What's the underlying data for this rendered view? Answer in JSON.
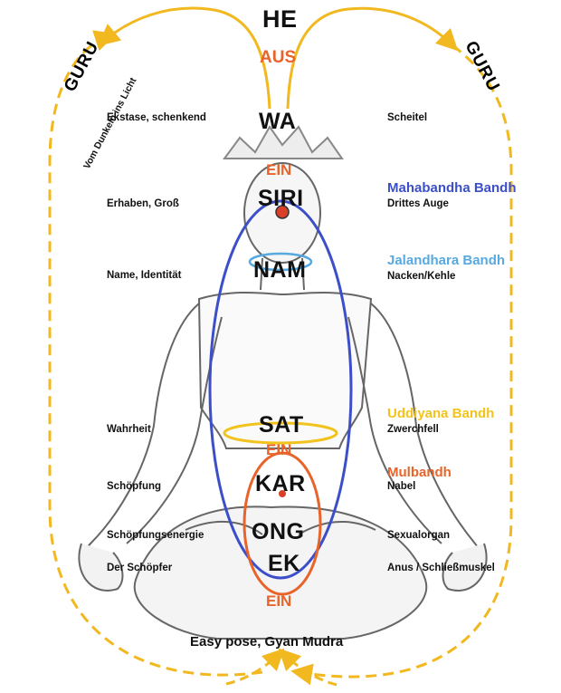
{
  "top": {
    "he": "HE",
    "aus": "AUS"
  },
  "syllables": {
    "wa": "WA",
    "siri": "SIRI",
    "nam": "NAM",
    "sat": "SAT",
    "kar": "KAR",
    "ong": "ONG",
    "ek": "EK"
  },
  "ein_labels": {
    "upper": "EIN",
    "middle": "EIN",
    "lower": "EIN"
  },
  "left_labels": {
    "ekstase": "Ekstase, schenkend",
    "erhaben": "Erhaben, Groß",
    "name": "Name, Identität",
    "wahrheit": "Wahrheit",
    "schoepfung": "Schöpfung",
    "schoepfungsenergie": "Schöpfungsenergie",
    "schoepfer": "Der Schöpfer"
  },
  "right_labels": {
    "scheitel": "Scheitel",
    "drittes_auge": "Drittes Auge",
    "nacken": "Nacken/Kehle",
    "zwerchfell": "Zwerchfell",
    "nabel": "Nabel",
    "sexualorgan": "Sexualorgan",
    "anus": "Anus / Schließmuskel"
  },
  "bandhs": {
    "mahabandha": "Mahabandha Bandh",
    "jalandhara": "Jalandhara Bandh",
    "uddiyana": "Uddiyana Bandh",
    "mulbandh": "Mulbandh"
  },
  "guru": {
    "left": "GURU",
    "right": "GURU",
    "left_sub": "Vom Dunkeln ins Licht"
  },
  "caption": "Easy pose, Gyan Mudra",
  "colors": {
    "arrow": "#f2b820",
    "ein": "#e8642a",
    "mahabandha": "#3c4fc8",
    "jalandhara": "#57a9e0",
    "uddiyana": "#f2c31c",
    "mulbandh": "#e8642a",
    "text": "#111111"
  }
}
